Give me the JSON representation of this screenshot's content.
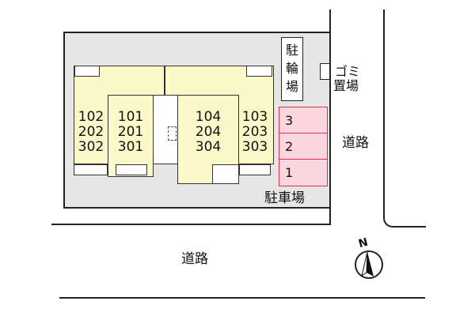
{
  "units": [
    {
      "rooms": [
        "102",
        "202",
        "302"
      ]
    },
    {
      "rooms": [
        "101",
        "201",
        "301"
      ]
    },
    {
      "rooms": [
        "104",
        "204",
        "304"
      ]
    },
    {
      "rooms": [
        "103",
        "203",
        "303"
      ]
    }
  ],
  "bicycle_parking": {
    "chars": [
      "駐",
      "輪",
      "場"
    ]
  },
  "garbage": {
    "label": "ゴミ",
    "label2": "置場"
  },
  "parking": {
    "spaces": [
      {
        "number": "3"
      },
      {
        "number": "2"
      },
      {
        "number": "1"
      }
    ],
    "label": "駐車場"
  },
  "roads": {
    "right": "道路",
    "bottom": "道路"
  },
  "compass": {
    "north_label": "N"
  },
  "colors": {
    "building_fill": "#fdf8c9",
    "parking_fill": "#fbd6e0",
    "parking_border": "#d8304a",
    "lot_fill": "#e6e6e6"
  }
}
